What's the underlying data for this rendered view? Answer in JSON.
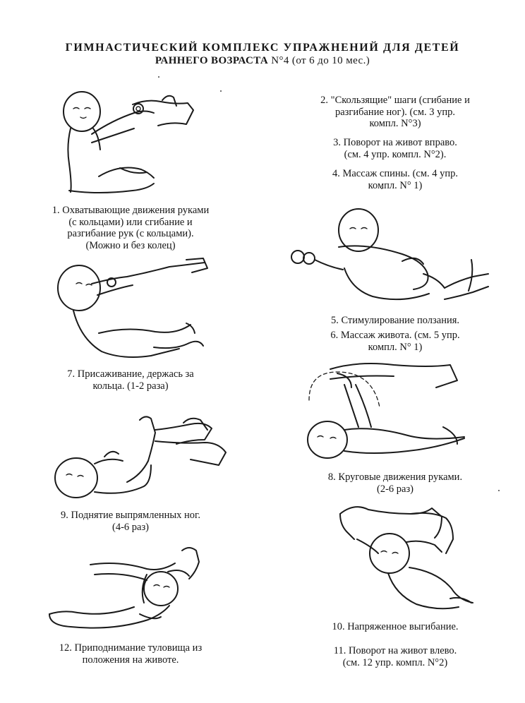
{
  "header": {
    "line1": "ГИМНАСТИЧЕСКИЙ КОМПЛЕКС УПРАЖНЕНИЙ ДЛЯ ДЕТЕЙ",
    "line2_caps": "РАННЕГО ВОЗРАСТА",
    "line2_rest": " N°4 (от 6 до 10 мес.)"
  },
  "exercises": {
    "ex1": [
      "1. Охватывающие движения руками",
      "(с кольцами) или сгибание и",
      "разгибание рук (с кольцами).",
      "(Можно и без колец)"
    ],
    "ex2": [
      "2. \"Скользящие\" шаги (сгибание и",
      "разгибание ног). (см. 3 упр.",
      "компл. N°3)"
    ],
    "ex3": [
      "3. Поворот на живот вправо.",
      "(см. 4 упр. компл. N°2)."
    ],
    "ex4": [
      "4. Массаж спины. (см. 4 упр.",
      "компл. N° 1)"
    ],
    "ex5": [
      "5. Стимулирование ползания."
    ],
    "ex6": [
      "6. Массаж живота. (см. 5 упр.",
      "компл. N° 1)"
    ],
    "ex7": [
      "7. Присаживание, держась за",
      "кольца. (1-2 раза)"
    ],
    "ex8": [
      "8. Круговые движения руками.",
      "(2-6 раз)"
    ],
    "ex9": [
      "9. Поднятие выпрямленных ног.",
      "(4-6 раз)"
    ],
    "ex10": [
      "10. Напряженное выгибание."
    ],
    "ex11": [
      "11. Поворот на живот влево.",
      "(см. 12 упр. компл. N°2)"
    ],
    "ex12": [
      "12. Приподнимание туловища из",
      "положения на животе."
    ]
  },
  "illustrations": {
    "ex1": "baby-sitting-with-rings-figure",
    "ex5": "baby-crawling-figure",
    "ex7": "baby-sitting-up-with-rings-figure",
    "ex8": "baby-circular-arm-movements-figure",
    "ex9": "baby-leg-raising-figure",
    "ex10": "baby-arching-figure",
    "ex12": "baby-lifting-torso-figure"
  }
}
